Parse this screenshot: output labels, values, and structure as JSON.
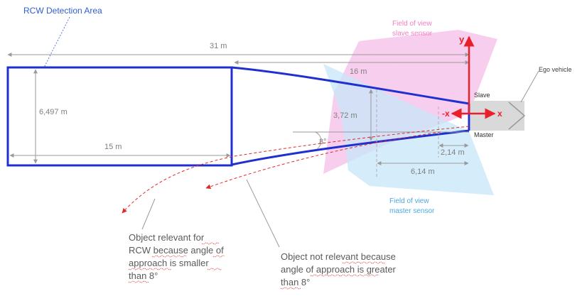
{
  "labels": {
    "title": "RCW Detection Area",
    "dim_31m": "31 m",
    "dim_16m": "16 m",
    "dim_6497m": "6,497 m",
    "dim_15m": "15 m",
    "dim_372m": "3,72 m",
    "dim_8deg": "8°",
    "dim_214m": "2,14 m",
    "dim_614m": "6,14 m",
    "fov_slave_line1": "Field of view",
    "fov_slave_line2": "slave sensor",
    "fov_master_line1": "Field of view",
    "fov_master_line2": "master sensor",
    "axis_y": "y",
    "axis_x": "x",
    "axis_neg_x": "-x",
    "slave": "Slave",
    "master": "Master",
    "ego_vehicle": "Ego vehicle",
    "note_relevant": [
      "Object relevant for",
      "RCW because angle of",
      "approach is smaller",
      "than 8°"
    ],
    "note_not_relevant": [
      "Object not relevant because",
      "angle of approach is greater",
      "than 8°"
    ]
  },
  "colors": {
    "detection_area": "#1f2fd0",
    "fov_slave": "#f7c6ec",
    "fov_master": "#c7e6f8",
    "axes": "#e8202a",
    "object_path": "#e02a2a",
    "ego_box": "#d9d9d9",
    "dimension": "#9a9a9a"
  }
}
